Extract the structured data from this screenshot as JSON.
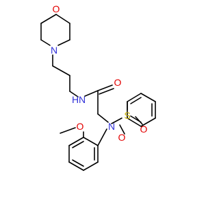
{
  "molecule": {
    "atom_labels": {
      "morpholine_oxygen": "O",
      "morpholine_nitrogen": "N",
      "amide_nitrogen": "N",
      "amide_hydrogen": "H",
      "carbonyl_oxygen": "O",
      "sulfonamide_nitrogen": "N",
      "sulfur": "S",
      "sulfonyl_oxygen_1": "O",
      "sulfonyl_oxygen_2": "O",
      "methoxy_oxygen": "O"
    },
    "colors": {
      "carbon_bond": "#000000",
      "nitrogen": "#2f2fd8",
      "oxygen": "#e30000",
      "sulfur": "#c8b000",
      "background": "#ffffff"
    }
  }
}
